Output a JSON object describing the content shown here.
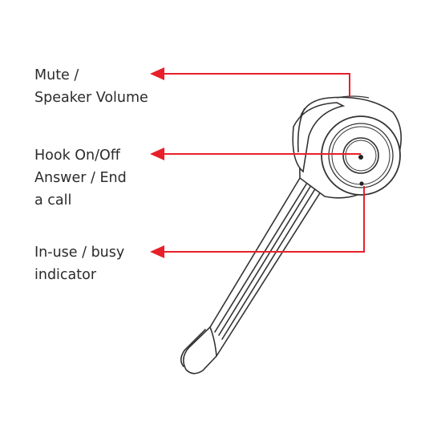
{
  "callouts": {
    "mute": {
      "line1": "Mute /",
      "line2": "Speaker Volume"
    },
    "hook": {
      "line1": "Hook On/Off",
      "line2": "Answer / End",
      "line3": "a call"
    },
    "busy": {
      "line1": "In-use / busy",
      "line2": "indicator"
    }
  },
  "colors": {
    "arrow": "#e8202a",
    "outline": "#333333"
  }
}
